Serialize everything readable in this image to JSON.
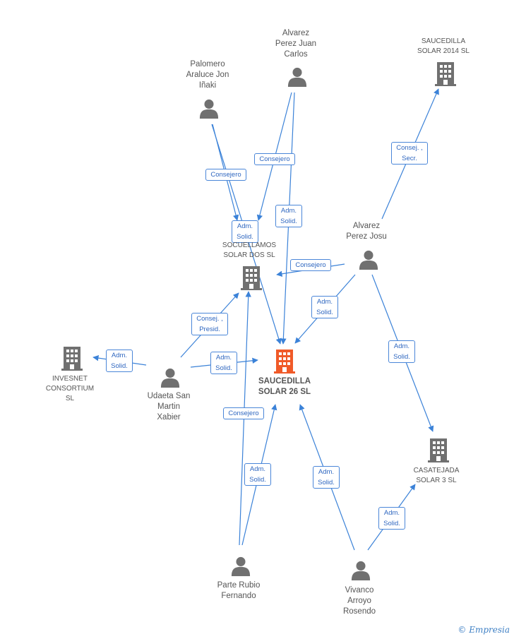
{
  "colors": {
    "edge": "#3b82d8",
    "person": "#707070",
    "company": "#707070",
    "center": "#f05a28",
    "label_text": "#555555"
  },
  "center_company": {
    "name": "SAUCEDILLA\nSOLAR 26 SL",
    "icon": "building-icon"
  },
  "companies": [
    {
      "id": "saucedilla2014",
      "name": "SAUCEDILLA\nSOLAR 2014  SL",
      "icon": "building-icon"
    },
    {
      "id": "socuellamos",
      "name": "SOCUELLAMOS\nSOLAR DOS SL",
      "icon": "building-icon"
    },
    {
      "id": "invesnet",
      "name": "INVESNET\nCONSORTIUM\nSL",
      "icon": "building-icon"
    },
    {
      "id": "casatejada",
      "name": "CASATEJADA\nSOLAR 3 SL",
      "icon": "building-icon"
    }
  ],
  "persons": [
    {
      "id": "alvarez_juan",
      "name": "Alvarez\nPerez Juan\nCarlos",
      "icon": "person-icon"
    },
    {
      "id": "palomero",
      "name": "Palomero\nAraluce Jon\nIñaki",
      "icon": "person-icon"
    },
    {
      "id": "alvarez_josu",
      "name": "Alvarez\nPerez Josu",
      "icon": "person-icon"
    },
    {
      "id": "udaeta",
      "name": "Udaeta San\nMartin\nXabier",
      "icon": "person-icon"
    },
    {
      "id": "parte",
      "name": "Parte Rubio\nFernando",
      "icon": "person-icon"
    },
    {
      "id": "vivanco",
      "name": "Vivanco\nArroyo\nRosendo",
      "icon": "person-icon"
    }
  ],
  "relations": [
    {
      "from": "alvarez_josu",
      "to": "saucedilla2014",
      "label": "Consej. ,\nSecr."
    },
    {
      "from": "alvarez_juan",
      "to": "socuellamos",
      "label": "Consejero"
    },
    {
      "from": "palomero",
      "to": "socuellamos",
      "label": "Consejero"
    },
    {
      "from": "alvarez_juan",
      "to": "center",
      "label": "Adm.\nSolid."
    },
    {
      "from": "palomero",
      "to": "center",
      "label": "Adm.\nSolid."
    },
    {
      "from": "alvarez_josu",
      "to": "socuellamos",
      "label": "Consejero"
    },
    {
      "from": "alvarez_josu",
      "to": "center",
      "label": "Adm.\nSolid."
    },
    {
      "from": "udaeta",
      "to": "socuellamos",
      "label": "Consej. ,\nPresid."
    },
    {
      "from": "udaeta",
      "to": "invesnet",
      "label": "Adm.\nSolid."
    },
    {
      "from": "udaeta",
      "to": "center",
      "label": "Adm.\nSolid."
    },
    {
      "from": "alvarez_josu",
      "to": "casatejada",
      "label": "Adm.\nSolid."
    },
    {
      "from": "parte",
      "to": "socuellamos",
      "label": "Consejero"
    },
    {
      "from": "parte",
      "to": "center",
      "label": "Adm.\nSolid."
    },
    {
      "from": "vivanco",
      "to": "center",
      "label": "Adm.\nSolid."
    },
    {
      "from": "vivanco",
      "to": "casatejada",
      "label": "Adm.\nSolid."
    }
  ],
  "watermark": {
    "symbol": "©",
    "brand": "Empresia"
  }
}
